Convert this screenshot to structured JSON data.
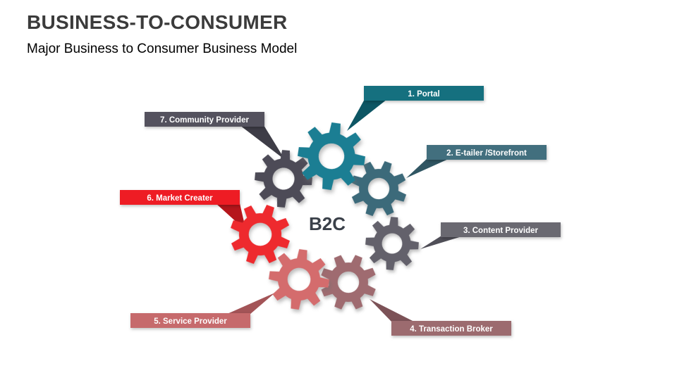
{
  "slide": {
    "title": "BUSINESS-TO-CONSUMER",
    "subtitle": "Major Business to Consumer Business Model",
    "center_label": "B2C",
    "title_color": "#3b3b3b",
    "subtitle_color": "#000000",
    "center_label_color": "#3a4049",
    "background_color": "#ffffff"
  },
  "items": [
    {
      "id": "portal",
      "label": "1. Portal",
      "banner_color": "#15707f",
      "tail_color": "#0d5664",
      "gear_color": "#1b7e93"
    },
    {
      "id": "etailer",
      "label": "2. E-tailer /Storefront",
      "banner_color": "#426f7e",
      "tail_color": "#305663",
      "gear_color": "#3c6a7a"
    },
    {
      "id": "content",
      "label": "3. Content Provider",
      "banner_color": "#6a6971",
      "tail_color": "#504f58",
      "gear_color": "#63616b"
    },
    {
      "id": "transaction",
      "label": "4. Transaction Broker",
      "banner_color": "#9c6b6f",
      "tail_color": "#7c5257",
      "gear_color": "#9f6b70"
    },
    {
      "id": "service",
      "label": "5. Service Provider",
      "banner_color": "#c66a6c",
      "tail_color": "#a35457",
      "gear_color": "#d46c6d"
    },
    {
      "id": "market",
      "label": "6. Market Creater",
      "banner_color": "#ee1c24",
      "tail_color": "#b5161c",
      "gear_color": "#ee2a2e"
    },
    {
      "id": "community",
      "label": "7. Community Provider",
      "banner_color": "#54525e",
      "tail_color": "#3e3d47",
      "gear_color": "#4d4b57"
    }
  ]
}
